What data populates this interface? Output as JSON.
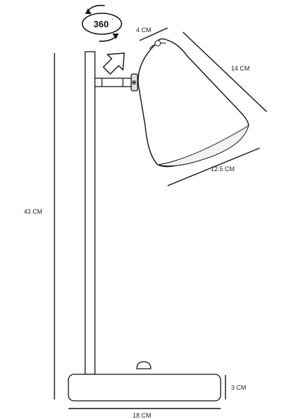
{
  "rotation": {
    "value": "360",
    "unit": "°"
  },
  "dimensions": {
    "shade_top": "4 CM",
    "shade_length": "14 CM",
    "shade_opening": "12.5 CM",
    "total_height": "43 CM",
    "base_height": "3 CM",
    "base_width": "18 CM"
  }
}
